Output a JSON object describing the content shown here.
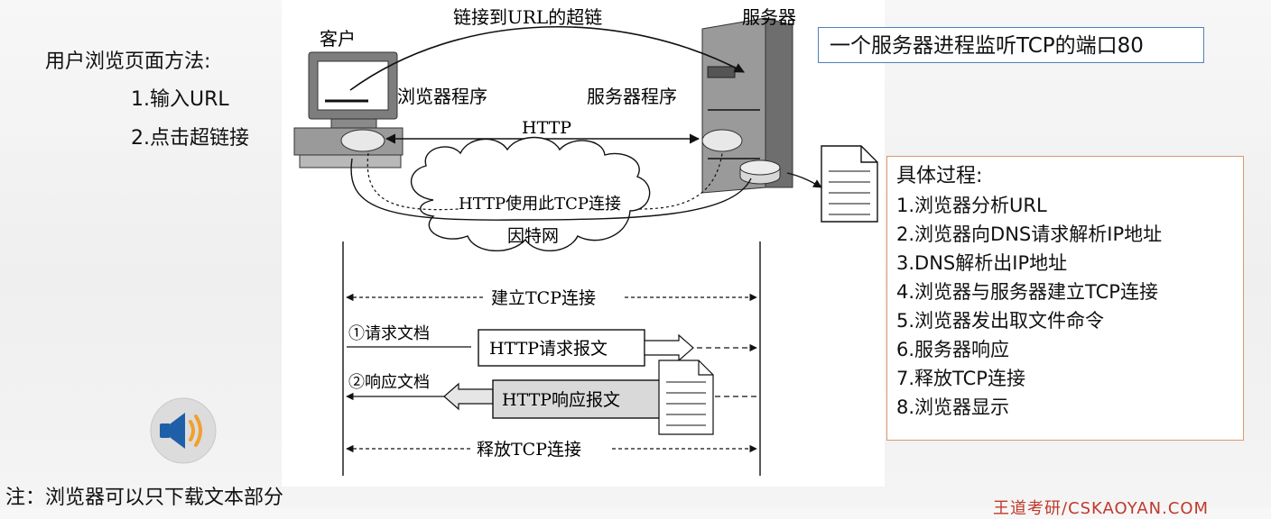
{
  "methods": {
    "title": "用户浏览页面方法:",
    "items": [
      "1.输入URL",
      "2.点击超链接"
    ]
  },
  "diagram": {
    "client": "客户",
    "server": "服务器",
    "hyperlink": "链接到URL的超链",
    "browser_program": "浏览器程序",
    "server_program": "服务器程序",
    "http": "HTTP",
    "cloud_tcp": "HTTP使用此TCP连接",
    "cloud_internet": "因特网",
    "establish_tcp": "建立TCP连接",
    "request_doc": "①请求文档",
    "request_msg": "HTTP请求报文",
    "response_doc": "②响应文档",
    "response_msg": "HTTP响应报文",
    "release_tcp": "释放TCP连接"
  },
  "server_note": "一个服务器进程监听TCP的端口80",
  "steps": {
    "title": "具体过程:",
    "items": [
      "1.浏览器分析URL",
      "2.浏览器向DNS请求解析IP地址",
      "3.DNS解析出IP地址",
      "4.浏览器与服务器建立TCP连接",
      "5.浏览器发出取文件命令",
      "6.服务器响应",
      "7.释放TCP连接",
      "8.浏览器显示"
    ]
  },
  "note": "注：浏览器可以只下载文本部分",
  "watermark": "王道考研/CSKAOYAN.COM",
  "icons": {
    "speaker": "speaker-icon",
    "document": "document-icon"
  },
  "colors": {
    "note_border": "#4f81bd",
    "steps_border": "#d99a6c",
    "speaker_blue": "#1f5fa8",
    "speaker_orange": "#f0a030",
    "watermark": "#c0392b"
  }
}
